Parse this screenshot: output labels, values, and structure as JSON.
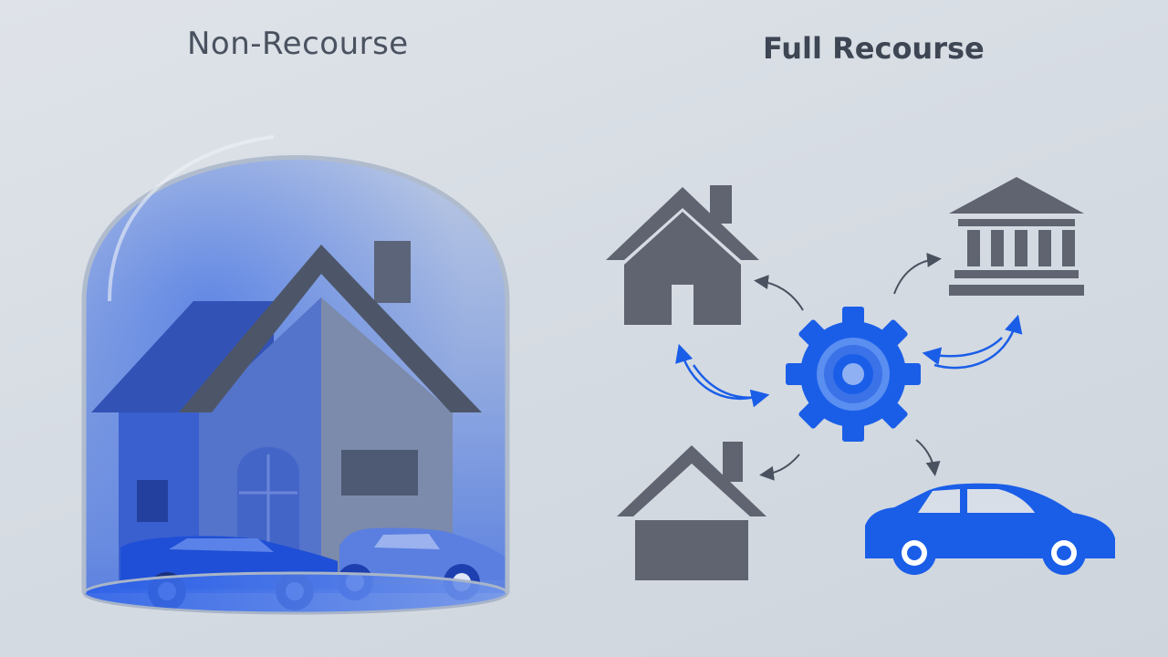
{
  "left_panel": {
    "title": "Non-Recourse"
  },
  "right_panel": {
    "title": "Full Recourse"
  },
  "colors": {
    "background": "#d8dde4",
    "accent_blue": "#1a5ee8",
    "icon_gray": "#5f6470",
    "dome_tint": "#3b6bd9"
  },
  "icons": {
    "left": [
      "house-icon",
      "car-icon",
      "car-icon",
      "glass-dome"
    ],
    "right": [
      "house-icon",
      "bank-icon",
      "gear-icon",
      "house-icon",
      "car-icon"
    ]
  }
}
